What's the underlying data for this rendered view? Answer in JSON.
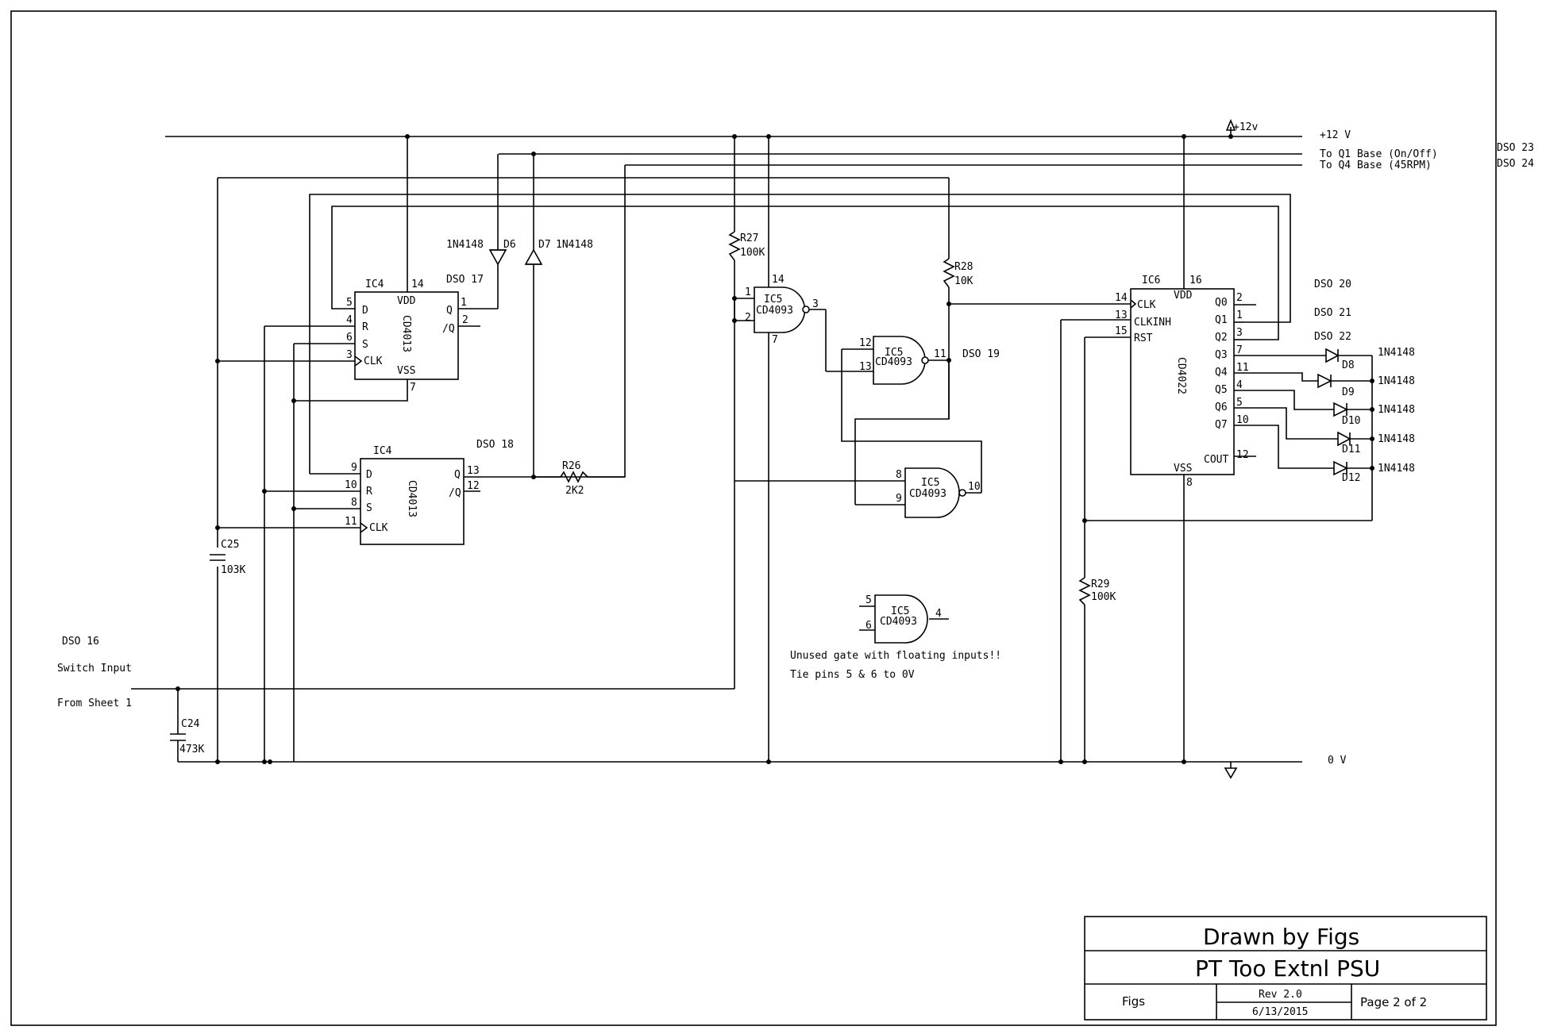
{
  "rails": {
    "vplus": "+12 V",
    "vplus_flag": "+12v",
    "ground": "0 V",
    "q1_base": "To Q1 Base (On/Off)",
    "q4_base": "To Q4 Base (45RPM)",
    "dso_23": "DSO 23",
    "dso_24": "DSO 24"
  },
  "ic4a": {
    "ref": "IC4",
    "part": "CD4013",
    "vdd_pin": "14",
    "vss_pin": "7",
    "dso": "DSO 17",
    "pins": {
      "d": "5",
      "r": "4",
      "s": "6",
      "clk": "3",
      "q": "1",
      "nq": "2"
    }
  },
  "ic4b": {
    "ref": "IC4",
    "part": "CD4013",
    "dso": "DSO 18",
    "pins": {
      "d": "9",
      "r": "10",
      "s": "8",
      "clk": "11",
      "q": "13",
      "nq": "12"
    }
  },
  "ff_labels": {
    "d": "D",
    "r": "R",
    "s": "S",
    "clk": "CLK",
    "q": "Q",
    "nq": "/Q",
    "vdd": "VDD",
    "vss": "VSS"
  },
  "diodes_top": [
    {
      "ref": "D6",
      "part": "1N4148"
    },
    {
      "ref": "D7",
      "part": "1N4148"
    }
  ],
  "r26": {
    "ref": "R26",
    "value": "2K2"
  },
  "r27": {
    "ref": "R27",
    "value": "100K"
  },
  "r28": {
    "ref": "R28",
    "value": "10K"
  },
  "r29": {
    "ref": "R29",
    "value": "100K"
  },
  "c25": {
    "ref": "C25",
    "value": "103K"
  },
  "c24": {
    "ref": "C24",
    "value": "473K"
  },
  "ic5_gates": [
    {
      "ref": "IC5",
      "part": "CD4093",
      "in1": "1",
      "in2": "2",
      "out": "3",
      "vdd": "14",
      "vss": "7"
    },
    {
      "ref": "IC5",
      "part": "CD4093",
      "in1": "12",
      "in2": "13",
      "out": "11"
    },
    {
      "ref": "IC5",
      "part": "CD4093",
      "in1": "8",
      "in2": "9",
      "out": "10"
    },
    {
      "ref": "IC5",
      "part": "CD4093",
      "in1": "5",
      "in2": "6",
      "out": "4"
    }
  ],
  "dso_19": "DSO 19",
  "ic6": {
    "ref": "IC6",
    "part": "CD4022",
    "vdd": "VDD",
    "vdd_pin": "16",
    "vss": "VSS",
    "vss_pin": "8",
    "inputs": [
      {
        "pin": "14",
        "label": "CLK"
      },
      {
        "pin": "13",
        "label": "CLKINH"
      },
      {
        "pin": "15",
        "label": "RST"
      }
    ],
    "outputs": [
      {
        "label": "Q0",
        "pin": "2"
      },
      {
        "label": "Q1",
        "pin": "1"
      },
      {
        "label": "Q2",
        "pin": "3"
      },
      {
        "label": "Q3",
        "pin": "7"
      },
      {
        "label": "Q4",
        "pin": "11"
      },
      {
        "label": "Q5",
        "pin": "4"
      },
      {
        "label": "Q6",
        "pin": "5"
      },
      {
        "label": "Q7",
        "pin": "10"
      },
      {
        "label": "COUT",
        "pin": "12"
      }
    ]
  },
  "dso_20": "DSO 20",
  "dso_21": "DSO 21",
  "dso_22": "DSO 22",
  "diodes_right": [
    {
      "ref": "D8",
      "part": "1N4148"
    },
    {
      "ref": "D9",
      "part": "1N4148"
    },
    {
      "ref": "D10",
      "part": "1N4148"
    },
    {
      "ref": "D11",
      "part": "1N4148"
    },
    {
      "ref": "D12",
      "part": "1N4148"
    }
  ],
  "input": {
    "dso": "DSO 16",
    "label": "Switch Input",
    "from": "From Sheet 1"
  },
  "note": {
    "line1": "Unused gate with floating inputs!!",
    "line2": "Tie pins 5 & 6 to 0V"
  },
  "title_block": {
    "drawn_by": "Drawn by Figs",
    "title": "PT Too Extnl PSU",
    "author": "Figs",
    "rev": "Rev 2.0",
    "date": "6/13/2015",
    "page": "Page 2 of 2"
  }
}
